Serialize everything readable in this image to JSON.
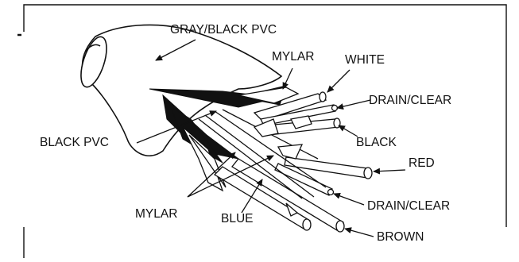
{
  "labels": {
    "gray_black_pvc": "GRAY/BLACK PVC",
    "mylar_top": "MYLAR",
    "white": "WHITE",
    "drain_clear_top": "DRAIN/CLEAR",
    "black_pvc": "BLACK PVC",
    "black": "BLACK",
    "red": "RED",
    "drain_clear_bottom": "DRAIN/CLEAR",
    "mylar_bottom": "MYLAR",
    "blue": "BLUE",
    "brown": "BROWN"
  }
}
